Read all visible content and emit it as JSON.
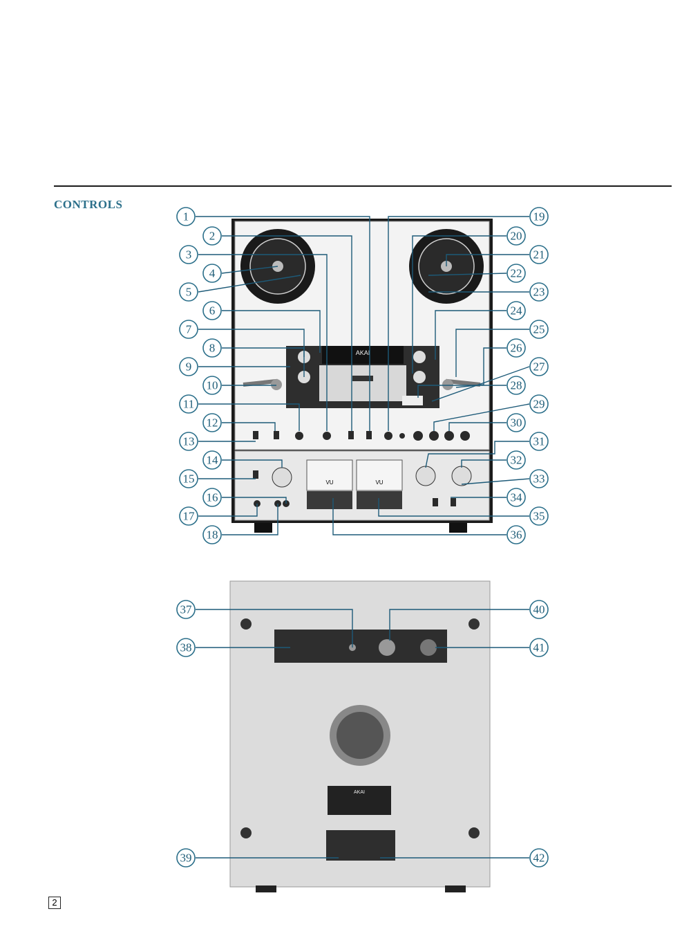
{
  "section": {
    "heading": "CONTROLS",
    "page_number": "2"
  },
  "deck": {
    "brand": "AKAI",
    "meter_left_label": "VU",
    "meter_right_label": "VU"
  },
  "callouts_front": [
    "1",
    "2",
    "3",
    "4",
    "5",
    "6",
    "7",
    "8",
    "9",
    "10",
    "11",
    "12",
    "13",
    "14",
    "15",
    "16",
    "17",
    "18",
    "19",
    "20",
    "21",
    "22",
    "23",
    "24",
    "25",
    "26",
    "27",
    "28",
    "29",
    "30",
    "31",
    "32",
    "33",
    "34",
    "35",
    "36"
  ],
  "callouts_rear": [
    "37",
    "38",
    "39",
    "40",
    "41",
    "42"
  ],
  "rear": {
    "brand": "AKAI"
  },
  "colors": {
    "accent": "#2b6f8a",
    "line": "#1d5a78",
    "panel": "#d9d9d9",
    "dark": "#2a2a2a"
  }
}
